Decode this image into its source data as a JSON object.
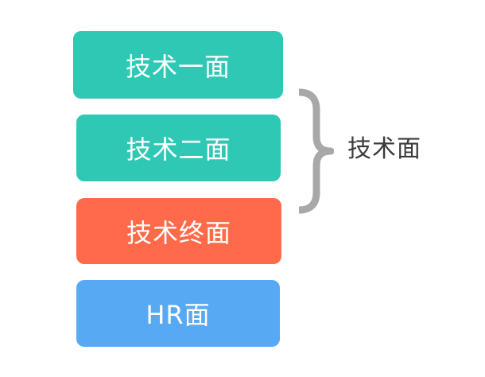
{
  "stages": [
    {
      "label": "技术一面",
      "color": "#2fc8b4"
    },
    {
      "label": "技术二面",
      "color": "#2fc8b4"
    },
    {
      "label": "技术终面",
      "color": "#ff6b4a"
    },
    {
      "label": "HR面",
      "color": "#58a9f4"
    }
  ],
  "group": {
    "label": "技术面",
    "brace_color": "#a8a8a8",
    "label_color": "#3b3b3b"
  }
}
